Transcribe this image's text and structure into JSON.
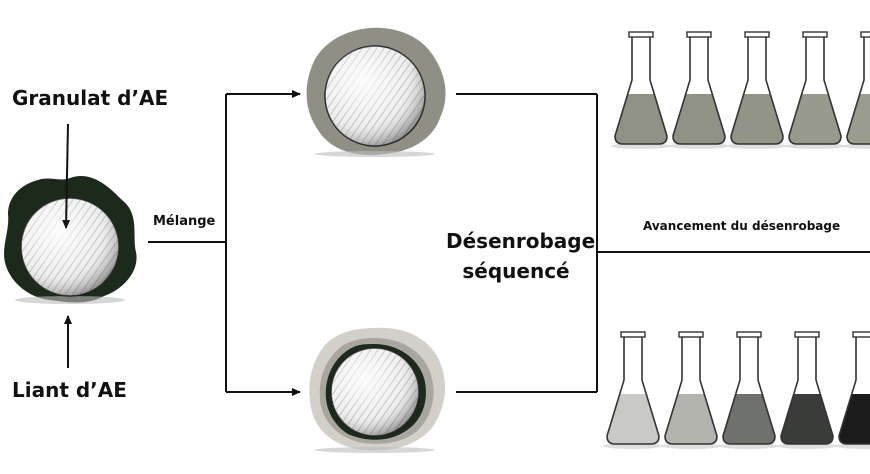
{
  "labels": {
    "granulat": "Granulat d’AE",
    "liant": "Liant d’AE",
    "melange": "Mélange",
    "desenrobage_line1": "Désenrobage",
    "desenrobage_line2": "séquencé",
    "avancement": "Avancement du désenrobage"
  },
  "colors": {
    "binder": "#1c2a1c",
    "residue_top": "#8f8f86",
    "residue_bottom_outer": "#d2d0c9",
    "residue_bottom_mid": "#a8a69e",
    "arrow": "#111111",
    "top_flask_liquid": [
      "#8f9284",
      "#8f9284",
      "#929585",
      "#989b8b",
      "#9a9d8e"
    ],
    "bottom_flask_liquid": [
      "#c9cac6",
      "#b3b4ae",
      "#6f716c",
      "#3a3c39",
      "#1a1b1a"
    ]
  }
}
